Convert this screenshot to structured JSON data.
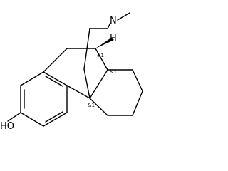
{
  "molecule": {
    "atoms": {
      "nitrogen": "N",
      "hydroxyl": "HO",
      "hydrogen": "H"
    },
    "stereo_labels": [
      "&1",
      "&1",
      "&1"
    ]
  }
}
